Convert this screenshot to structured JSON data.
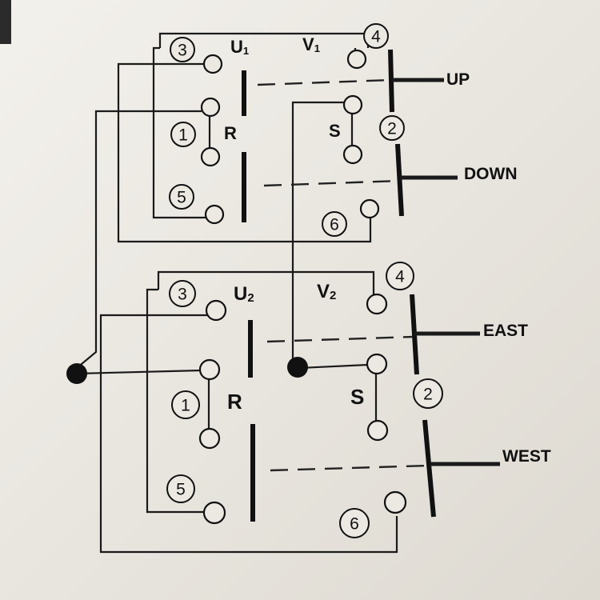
{
  "switch_1": {
    "left_label": "U",
    "left_sub": "1",
    "right_label": "V",
    "right_sub": "1",
    "left_contact": "R",
    "right_contact": "S",
    "terminals": [
      "3",
      "4",
      "1",
      "2",
      "5",
      "6"
    ],
    "directions": [
      "UP",
      "DOWN"
    ]
  },
  "switch_2": {
    "left_label": "U",
    "left_sub": "2",
    "right_label": "V",
    "right_sub": "2",
    "left_contact": "R",
    "right_contact": "S",
    "terminals": [
      "3",
      "4",
      "1",
      "2",
      "5",
      "6"
    ],
    "directions": [
      "EAST",
      "WEST"
    ]
  },
  "colors": {
    "paper": "#ece9e3",
    "ink": "#111111"
  }
}
